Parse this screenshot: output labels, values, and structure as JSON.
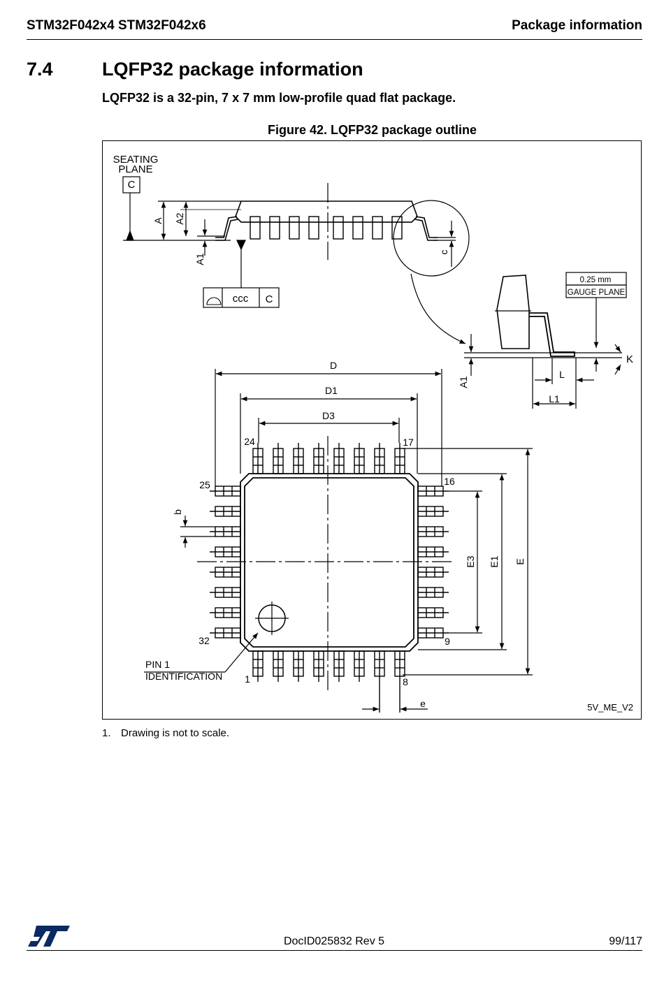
{
  "header": {
    "left": "STM32F042x4 STM32F042x6",
    "right": "Package information"
  },
  "section": {
    "number": "7.4",
    "title": "LQFP32 package information",
    "intro": "LQFP32 is a 32-pin, 7 x 7 mm low-profile quad flat package."
  },
  "figure": {
    "caption": "Figure 42. LQFP32 package outline",
    "labels": {
      "seating_plane_1": "SEATING",
      "seating_plane_2": "PLANE",
      "datum_c": "C",
      "dim_a": "A",
      "dim_a2": "A2",
      "dim_a1": "A1",
      "dim_c": "c",
      "ccc": "ccc",
      "ccc_datum": "C",
      "gauge_value": "0.25 mm",
      "gauge_plane": "GAUGE PLANE",
      "dim_k": "K",
      "dim_a1_detail": "A1",
      "dim_l": "L",
      "dim_l1": "L1",
      "dim_d": "D",
      "dim_d1": "D1",
      "dim_d3": "D3",
      "dim_e": "E",
      "dim_e1": "E1",
      "dim_e3": "E3",
      "dim_b": "b",
      "dim_e_pitch": "e",
      "pin_24": "24",
      "pin_17": "17",
      "pin_25": "25",
      "pin_16": "16",
      "pin_32": "32",
      "pin_9": "9",
      "pin_1": "1",
      "pin_8": "8",
      "pin1_id_1": "PIN 1",
      "pin1_id_2": "IDENTIFICATION",
      "drawing_code": "5V_ME_V2"
    }
  },
  "note": {
    "number": "1.",
    "text": "Drawing is not to scale."
  },
  "footer": {
    "doc_id": "DocID025832 Rev 5",
    "page": "99/117"
  }
}
